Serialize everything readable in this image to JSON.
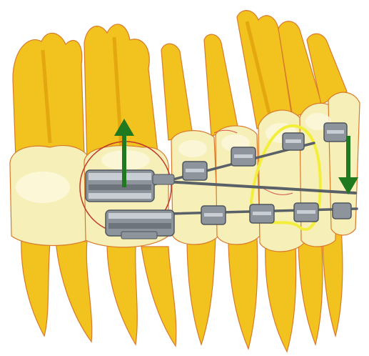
{
  "colors": {
    "background": "#ffffff",
    "tooth_fill": "#f2c21f",
    "tooth_shade": "#e3a80f",
    "tooth_outline": "#d97a2a",
    "crown_fill": "#f6f0b8",
    "crown_highlight": "#fbf8dc",
    "bracket_fill": "#8d949c",
    "bracket_dark": "#4e555d",
    "bracket_light": "#c9ced4",
    "archwire": "#5a6068",
    "spring_loop": "#f2ee3a",
    "force_arrow": "#1f7a1f",
    "target_circle": "#c0392b",
    "gingiva_line": "#d9534f"
  },
  "icons": [
    "upward-force-arrow",
    "downward-force-arrow",
    "loop-spring",
    "molar-band-circle"
  ]
}
